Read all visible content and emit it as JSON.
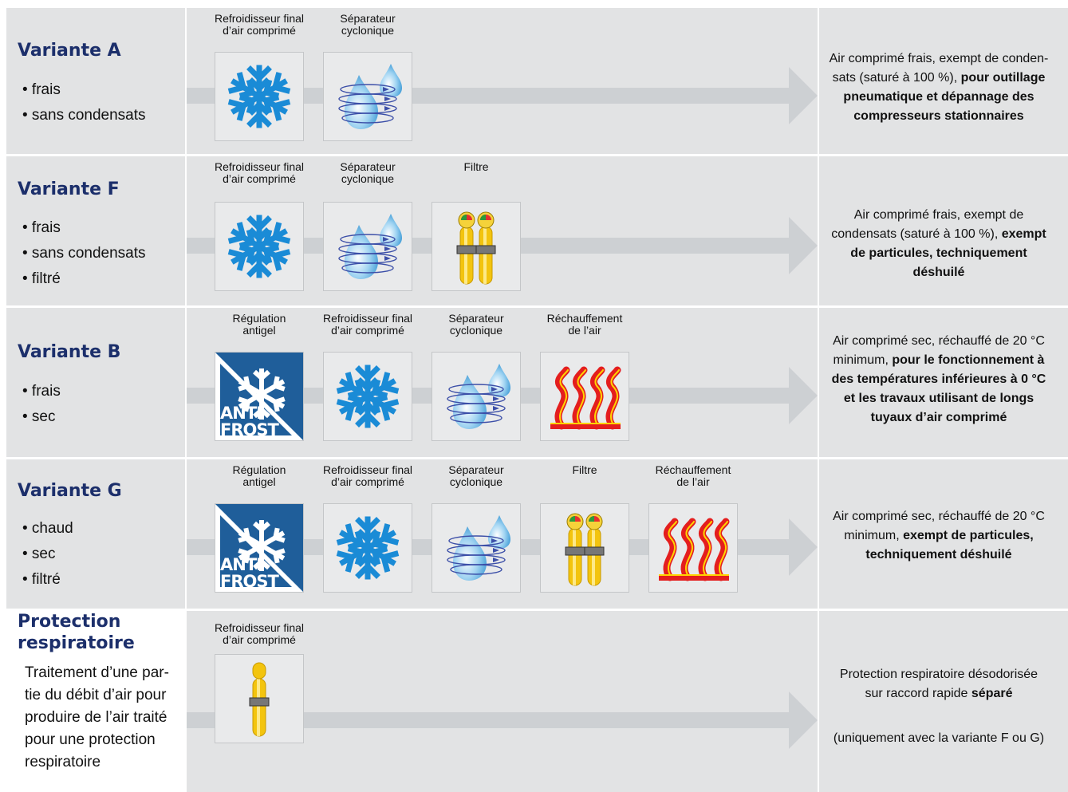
{
  "labels": {
    "cooler": [
      "Refroidisseur final",
      "d’air comprimé"
    ],
    "cyclone": [
      "Séparateur",
      "cyclonique"
    ],
    "filter": [
      "Filtre"
    ],
    "antifrost": [
      "Régulation",
      "antigel"
    ],
    "heater": [
      "Réchauffement",
      "de l’air"
    ]
  },
  "icon_text": {
    "antifrost": [
      "ANTI",
      "FROST"
    ]
  },
  "variants": [
    {
      "title": "Variante A",
      "bullets": [
        "• frais",
        "• sans condensats"
      ],
      "components": [
        "cooler",
        "cyclone"
      ],
      "result": [
        {
          "t": "Air comprimé frais, exempt de conden-",
          "b": false
        },
        {
          "t": "sats (saturé à 100 %), ",
          "b": false
        },
        {
          "t": "pour outillage pneumatique et dépannage des compresseurs stationnaires",
          "b": true
        }
      ],
      "result_lines": [
        "Air comprimé frais, exempt de conden-",
        "sats (saturé à 100 %), |pour outillage",
        "|pneumatique et dépannage des",
        "|compresseurs stationnaires"
      ]
    },
    {
      "title": "Variante F",
      "bullets": [
        "• frais",
        "• sans condensats",
        "• filtré"
      ],
      "components": [
        "cooler",
        "cyclone",
        "filter"
      ],
      "result_lines": [
        "Air comprimé frais, exempt de",
        "condensats (saturé à 100 %), |exempt",
        "|de particules, techniquement",
        "|déshuilé"
      ]
    },
    {
      "title": "Variante B",
      "bullets": [
        "• frais",
        "• sec"
      ],
      "components": [
        "antifrost",
        "cooler",
        "cyclone",
        "heater"
      ],
      "result_lines": [
        "Air comprimé sec, réchauffé de 20 °C",
        "minimum, |pour le fonctionnement à",
        "|des températures inférieures à 0 °C",
        "|et les travaux utilisant de longs",
        "|tuyaux d’air comprimé"
      ]
    },
    {
      "title": "Variante G",
      "bullets": [
        "• chaud",
        "• sec",
        "• filtré"
      ],
      "components": [
        "antifrost",
        "cooler",
        "cyclone",
        "filter",
        "heater"
      ],
      "result_lines": [
        "Air comprimé sec, réchauffé de 20 °C",
        "minimum, |exempt de particules,",
        "|techniquement déshuilé"
      ]
    }
  ],
  "protection": {
    "title": [
      "Protection",
      "respiratoire"
    ],
    "desc": [
      "Traitement d’une par-",
      "tie du débit d’air pour",
      "produire de l’air traité",
      "pour une protection",
      "respiratoire"
    ],
    "component_label": [
      "Refroidisseur final",
      "d’air comprimé"
    ],
    "result_lines": [
      "Protection respiratoire désodorisée",
      "sur raccord rapide |séparé"
    ],
    "note": "(uniquement avec la variante F ou G)"
  },
  "colors": {
    "title": "#1c2f6b",
    "panel": "#e2e3e4",
    "arrow": "#cdd0d3",
    "snow": "#1a8bd6",
    "antifrost_bg": "#1f5e9a",
    "heat_red": "#e41e1e",
    "filter_yellow": "#f3c40e"
  }
}
